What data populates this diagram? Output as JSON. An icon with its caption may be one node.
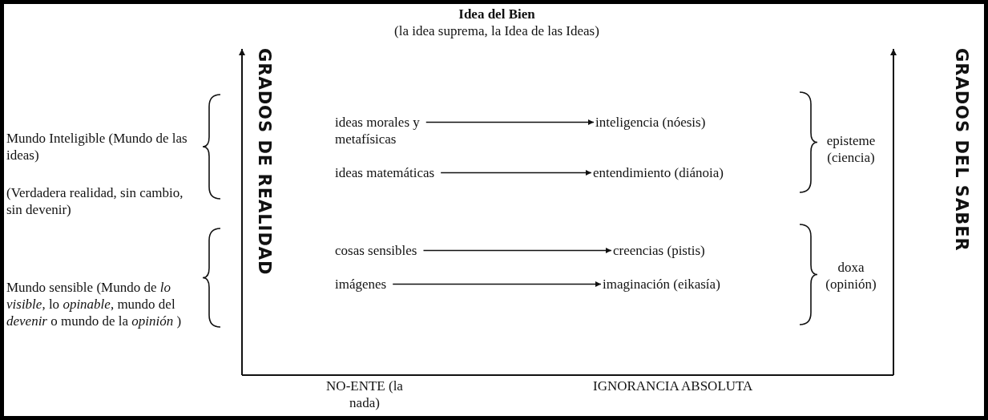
{
  "diagram": {
    "nodes": [
      {
        "text": [
          "ideas morales y metafísicas"
        ]
      },
      {
        "text": [
          "inteligencia (nóesis)"
        ]
      },
      {
        "text": [
          "ideas matemáticas"
        ]
      },
      {
        "text": [
          "entendimiento (diánoia)"
        ]
      },
      {
        "text": [
          "cosas sensibles"
        ]
      },
      {
        "text": [
          "creencias (pistis)"
        ]
      },
      {
        "text": [
          "imágenes"
        ]
      },
      {
        "text": [
          "imaginación (eikasía)"
        ]
      }
    ],
    "edges": [
      {
        "from": 0,
        "to": 1,
        "arrow": "to"
      },
      {
        "from": 2,
        "to": 3,
        "arrow": "to"
      },
      {
        "from": 4,
        "to": 5,
        "arrow": "to"
      },
      {
        "from": 6,
        "to": 7,
        "arrow": "to"
      }
    ],
    "labels": [
      "Idea del Bien",
      "(la idea suprema, la Idea de las Ideas)",
      "GRADOS DE REALIDAD",
      "GRADOS DEL SABER",
      "Mundo Inteligible (Mundo de las ideas)",
      "(Verdadera realidad, sin cambio, sin devenir)",
      "Mundo sensible (Mundo de *lo visible*, lo *opinable*, mundo del *devenir* o mundo de la *opinión* )",
      "episteme (ciencia)",
      "doxa (opinión)",
      "NO-ENTE (la nada)",
      "IGNORANCIA ABSOLUTA"
    ]
  }
}
